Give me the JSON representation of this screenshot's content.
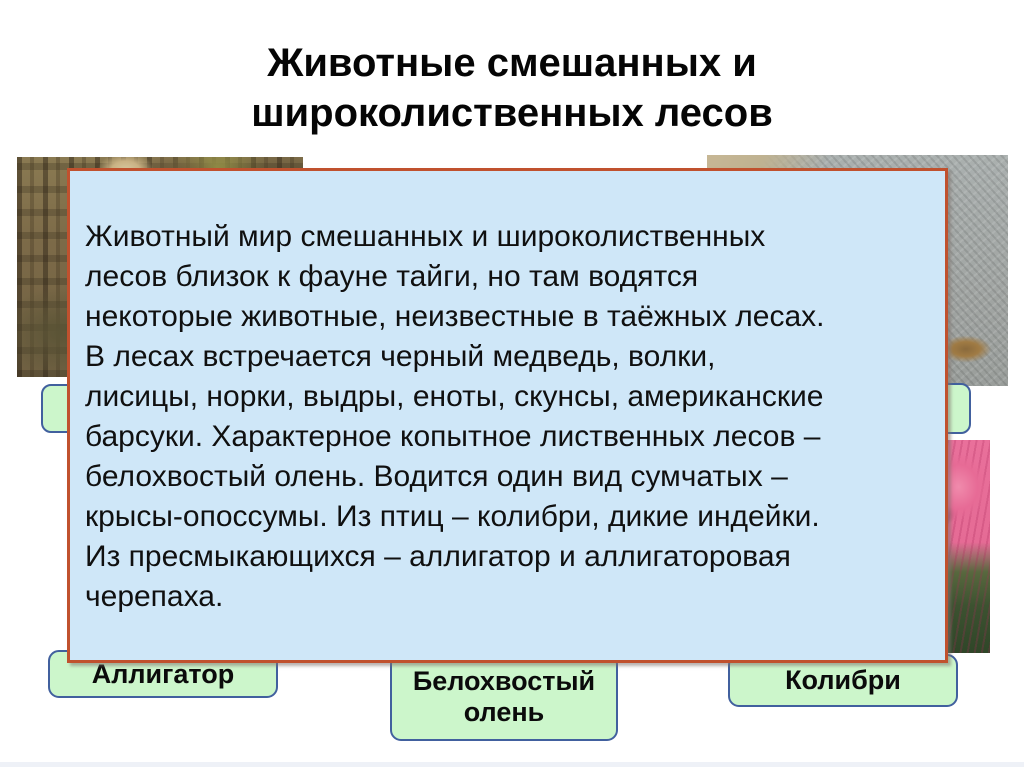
{
  "slide": {
    "title_lines": [
      "Животные смешанных и",
      "широколиственных лесов"
    ],
    "body_lines": [
      "Животный мир смешанных и широколиственных",
      "лесов близок к фауне тайги, но там водятся",
      "некоторые животные, неизвестные в таёжных лесах.",
      "В лесах встречается черный медведь, волки,",
      "лисицы, норки, выдры, еноты, скунсы, американские",
      "барсуки. Характерное копытное лиственных лесов –",
      "белохвостый олень. Водится один вид сумчатых –",
      "крысы-опоссумы. Из птиц – колибри, дикие индейки.",
      "Из пресмыкающихся – аллигатор и аллигаторовая",
      "черепаха."
    ],
    "labels": {
      "alligator": "Аллигатор",
      "deer": "Белохвостый олень",
      "hummingbird": "Колибри"
    },
    "images": {
      "top_left": "raccoon-in-forest-photo",
      "top_right": "opossum-on-pavement-photo",
      "bottom_left": "alligator-in-grass-photo",
      "bottom_right": "pink-flower-photo"
    },
    "colors": {
      "text_box_fill": "#cfe7f8",
      "text_box_border": "#c0512e",
      "label_fill": "#ccf6cb",
      "label_border": "#41609e",
      "title_text": "#050505",
      "body_text": "#101010"
    }
  }
}
